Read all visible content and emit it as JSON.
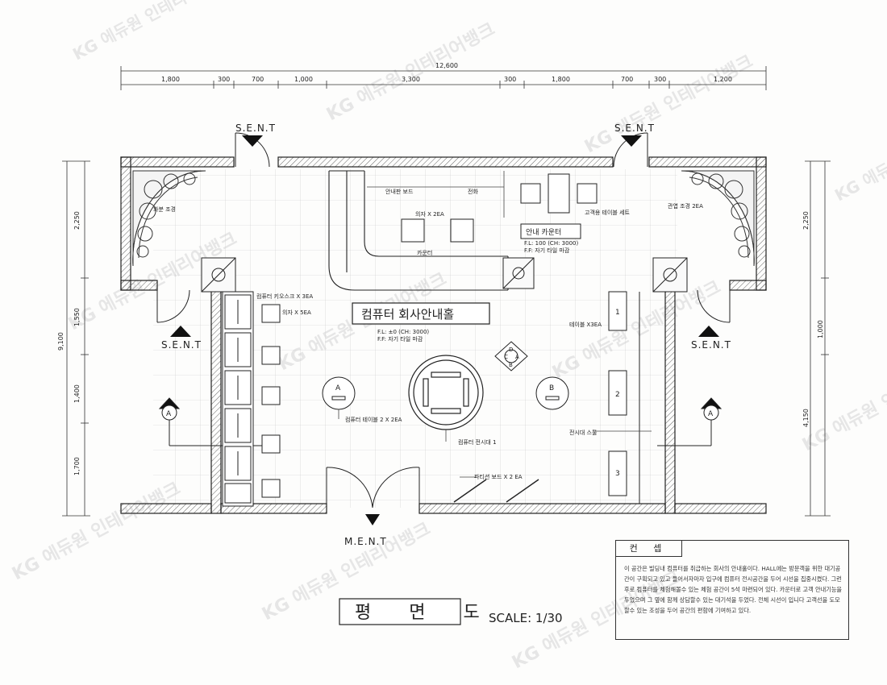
{
  "watermark": "KG 에듀원 인테리어뱅크",
  "dimensions": {
    "overall": "12,600",
    "top": [
      "1,800",
      "300",
      "700",
      "1,000",
      "3,300",
      "300",
      "1,800",
      "700",
      "300",
      "1,200"
    ],
    "left": [
      "2,250",
      "9,100",
      "1,550",
      "1,400",
      "1,700"
    ],
    "right": [
      "2,250",
      "4,150",
      "1,000"
    ]
  },
  "entrances": {
    "north_west": "S.E.N.T",
    "north_east": "S.E.N.T",
    "west": "S.E.N.T",
    "east": "S.E.N.T",
    "main": "M.E.N.T"
  },
  "rooms": {
    "hall_title": "컴퓨터 회사안내홀",
    "hall_finish_1": "F.L: ±0 (CH: 3000)",
    "hall_finish_2": "F.F: 자기 타일 마감",
    "info_counter": "안내 카운터",
    "counter_finish_1": "F.L: 100 (CH: 3000)",
    "counter_finish_2": "F.F: 자기 타일 마감"
  },
  "labels": {
    "info_board": "안내판 보드",
    "phone": "전화",
    "counter_chairs": "의자 X 2EA",
    "counter": "카운터",
    "sofa_set": "고객용 테이블 세트",
    "plants_left": "화분 조경",
    "plants_right": "관엽 조경 2EA",
    "kiosk": "컴퓨터 키오스크 X 3EA",
    "chairs": "의자 X 5EA",
    "table_a": "컴퓨터 테이블 2 X 2EA",
    "display_center": "컴퓨터 전시대 1",
    "partition": "파티션 보드 X 2 EA",
    "display_stand": "테이블 X3EA",
    "pedestal": "전시대 스툴",
    "section_a": "A",
    "section_b": "B",
    "marker_a": "A",
    "marker_b": "B",
    "compass_c": "C",
    "compass_d": "D",
    "compass_a": "A",
    "compass_b": "B",
    "stand_1": "1",
    "stand_2": "2",
    "stand_3": "3"
  },
  "title_block": {
    "title": "평 면 도",
    "scale": "SCALE: 1/30"
  },
  "concept": {
    "heading": "컨 셉",
    "body": "이 공간은 빌딩내 컴퓨터를 취급하는 회사의 안내홀이다. HALL에는 방문객을 위한 대기공간이 구획되고 있고 들어서자마자 입구에 컴퓨터 전시공간을 두어 시선을 집중시켰다. 그런후로 컴퓨터를 체험해볼수 있는 체험 공간이 5석 마련되어 있다. 카운터로 고객 안내기능을 두었으며 그 옆에 함께 상담할수 있는 대기석을 두었다. 전체 시선이 입니다 고객선을 도모할수 있는 조성을 두어 공간의 편함에 기여하고 있다."
  }
}
